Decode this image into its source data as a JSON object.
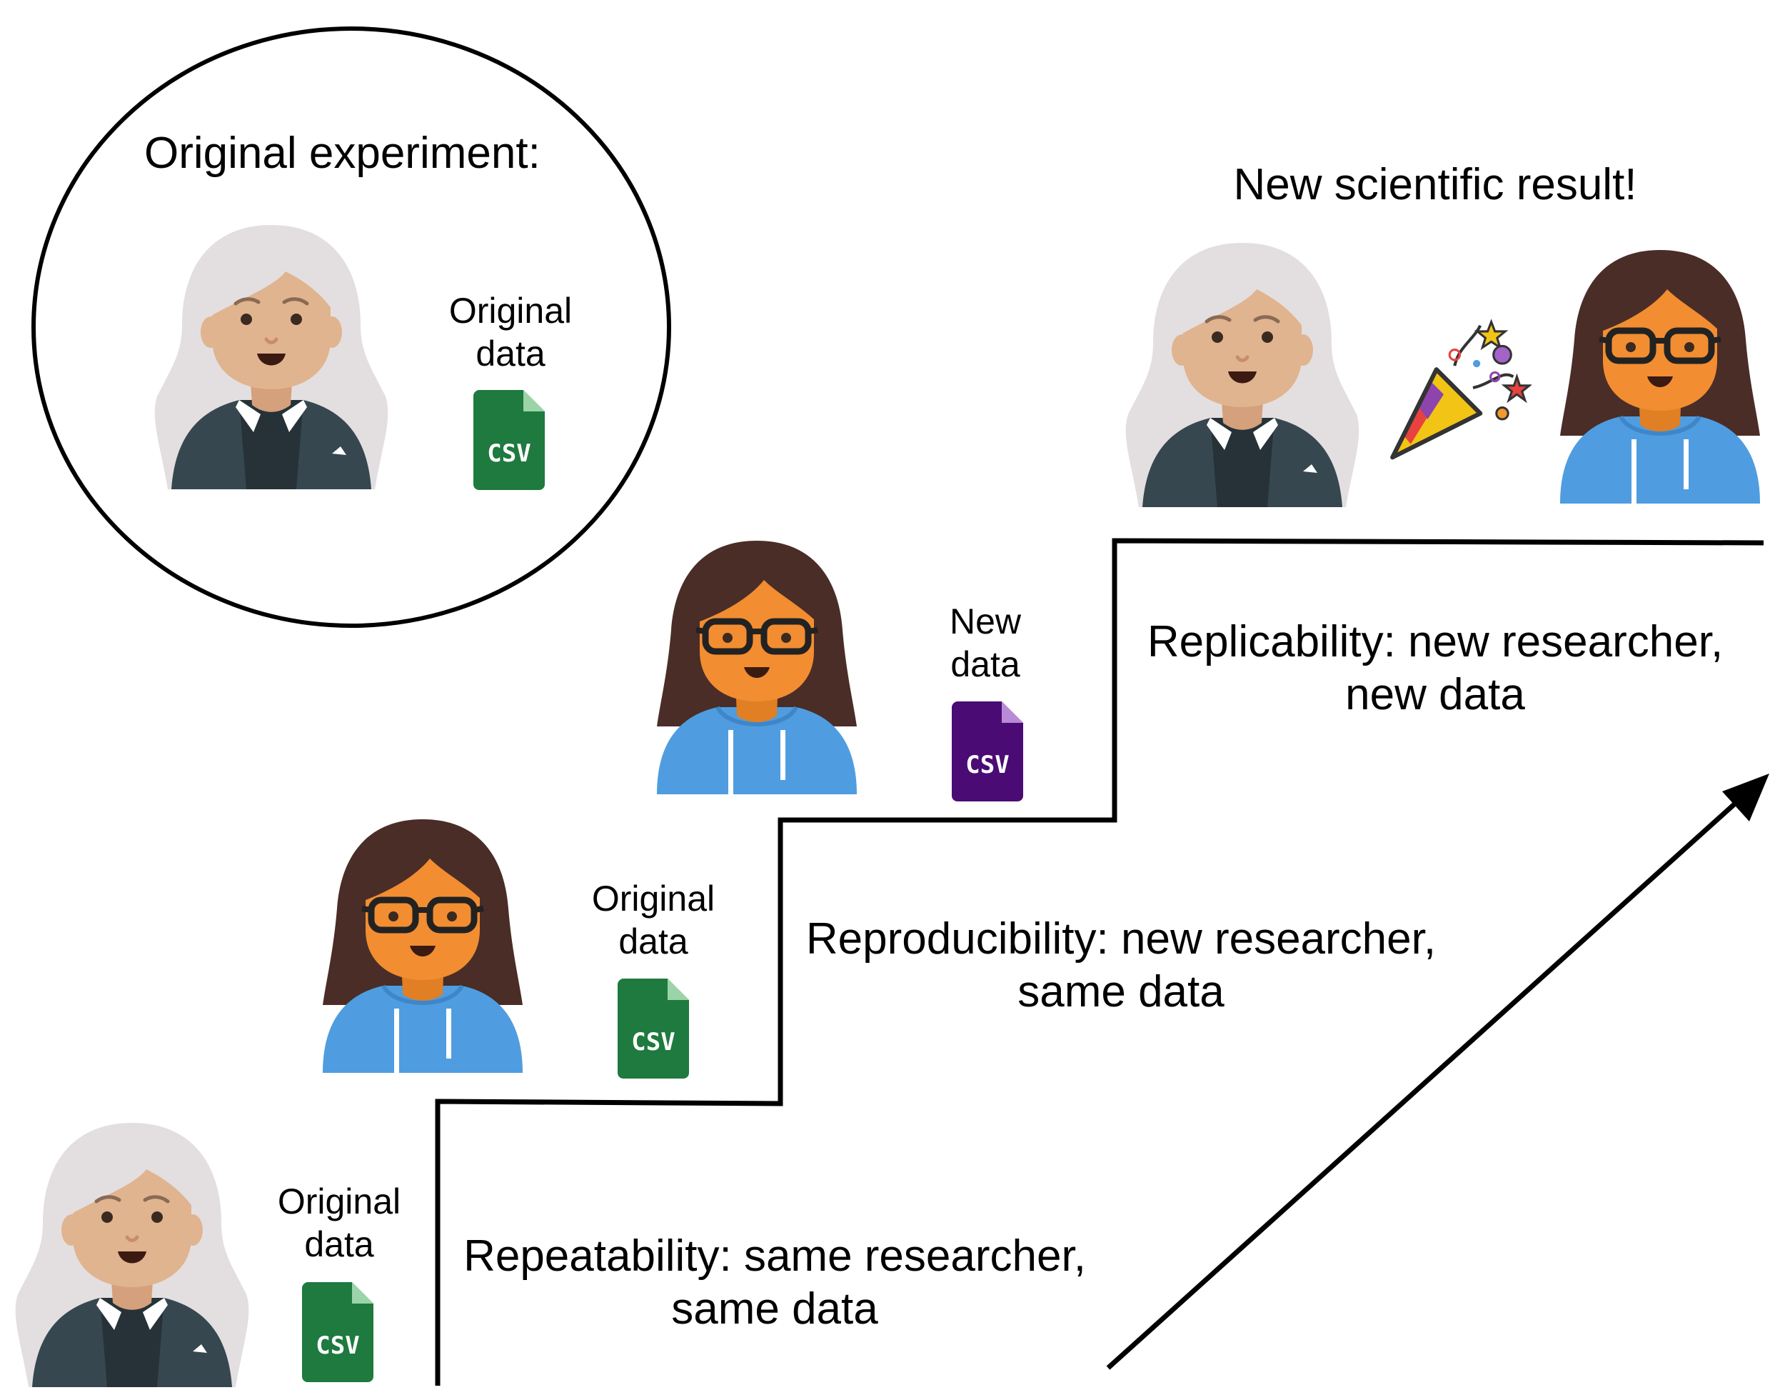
{
  "original_experiment": {
    "title": "Original experiment:",
    "data_label_line1": "Original",
    "data_label_line2": "data",
    "file_badge": "CSV"
  },
  "result": {
    "title": "New scientific result!"
  },
  "steps": [
    {
      "name": "Repeatability",
      "label_line1": "Repeatability: same researcher,",
      "label_line2": "same data",
      "data_label_line1": "Original",
      "data_label_line2": "data",
      "file_badge": "CSV"
    },
    {
      "name": "Reproducibility",
      "label_line1": "Reproducibility: new researcher,",
      "label_line2": "same data",
      "data_label_line1": "Original",
      "data_label_line2": "data",
      "file_badge": "CSV"
    },
    {
      "name": "Replicability",
      "label_line1": "Replicability: new researcher,",
      "label_line2": "new data",
      "data_label_line1": "New",
      "data_label_line2": "data",
      "file_badge": "CSV"
    }
  ],
  "colors": {
    "original_data_file": "#1e7a3e",
    "new_data_file": "#4a0c74",
    "hoodie": "#4f9de0",
    "hair_dark": "#4a2d26",
    "hair_gray": "#e3dfe0",
    "skin_orange": "#f28d31",
    "skin_tan": "#e0b48f",
    "jacket": "#36474f"
  },
  "icons": [
    "senior-researcher-avatar",
    "new-researcher-avatar",
    "csv-file-icon",
    "party-popper-icon",
    "arrow-icon"
  ]
}
